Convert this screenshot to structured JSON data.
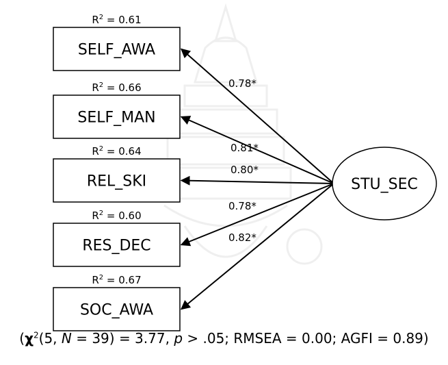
{
  "latent": {
    "label": "STU_SEC"
  },
  "indicators": [
    {
      "label": "SELF_AWA",
      "r2": "= 0.61",
      "loading": "0.78*"
    },
    {
      "label": "SELF_MAN",
      "r2": "= 0.66",
      "loading": "0.81*"
    },
    {
      "label": "REL_SKI",
      "r2": "= 0.64",
      "loading": "0.80*"
    },
    {
      "label": "RES_DEC",
      "r2": "= 0.60",
      "loading": "0.78*"
    },
    {
      "label": "SOC_AWA",
      "r2": "= 0.67",
      "loading": "0.82*"
    }
  ],
  "r2_prefix": "R",
  "r2_superscript": "2",
  "fit": {
    "open": "(",
    "chi_symbol": "χ",
    "chi_sup": "2",
    "df_text": "(5, ",
    "n_symbol": "N",
    "n_text": " = 39) = 3.77, ",
    "p_symbol": "p",
    "rest": " > .05; RMSEA = 0.00; AGFI = 0.89)"
  },
  "colors": {
    "line": "#000000",
    "watermark": "#e6e6e6"
  }
}
